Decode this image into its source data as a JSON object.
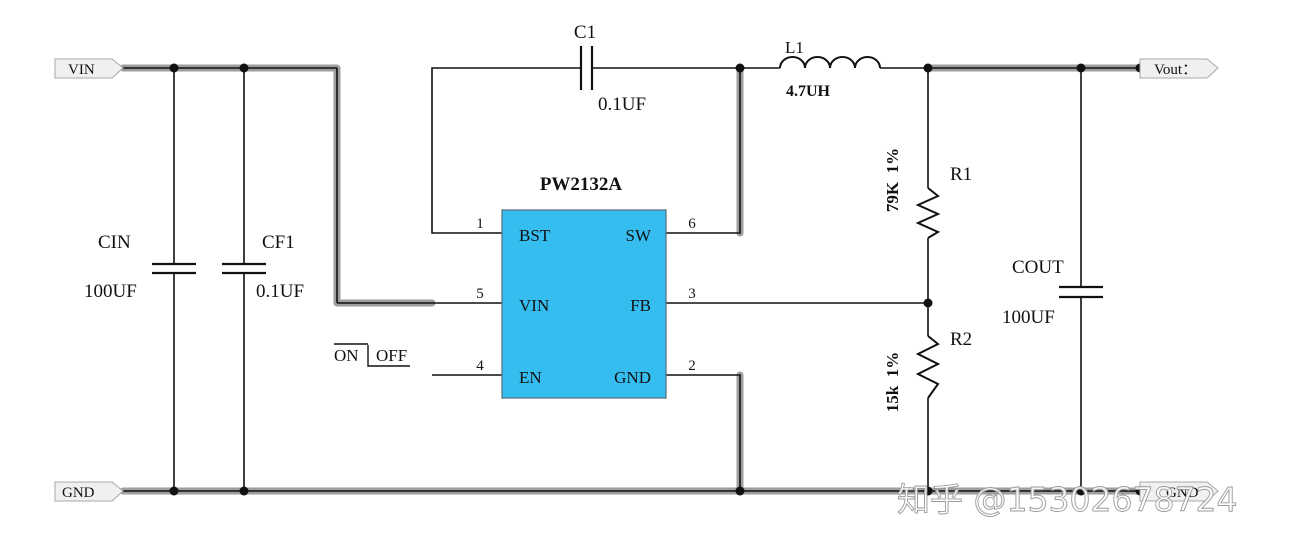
{
  "ports": {
    "vin": "VIN",
    "gnd_left": "GND",
    "vout": "Vout：",
    "gnd_right": "GND"
  },
  "ic": {
    "name": "PW2132A",
    "color": "#35bdf0",
    "pins": {
      "bst": {
        "number": "1",
        "label": "BST"
      },
      "vin": {
        "number": "5",
        "label": "VIN"
      },
      "en": {
        "number": "4",
        "label": "EN"
      },
      "sw": {
        "number": "6",
        "label": "SW"
      },
      "fb": {
        "number": "3",
        "label": "FB"
      },
      "gnd": {
        "number": "2",
        "label": "GND"
      }
    }
  },
  "components": {
    "c1": {
      "ref": "C1",
      "value": "0.1UF"
    },
    "l1": {
      "ref": "L1",
      "value": "4.7UH"
    },
    "cin": {
      "ref": "CIN",
      "value": "100UF"
    },
    "cf1": {
      "ref": "CF1",
      "value": "0.1UF"
    },
    "r1": {
      "ref": "R1",
      "value": "79K  1%"
    },
    "r2": {
      "ref": "R2",
      "value": "15k  1%"
    },
    "cout": {
      "ref": "COUT",
      "value": "100UF"
    }
  },
  "switch_label": {
    "on": "ON",
    "off": "OFF"
  },
  "watermark": "知乎 @15302678724",
  "colors": {
    "wire": "#111111",
    "power_trace": "#9e9e9e",
    "port_fill": "#f0f0f0",
    "port_border": "#a8a8a8"
  }
}
